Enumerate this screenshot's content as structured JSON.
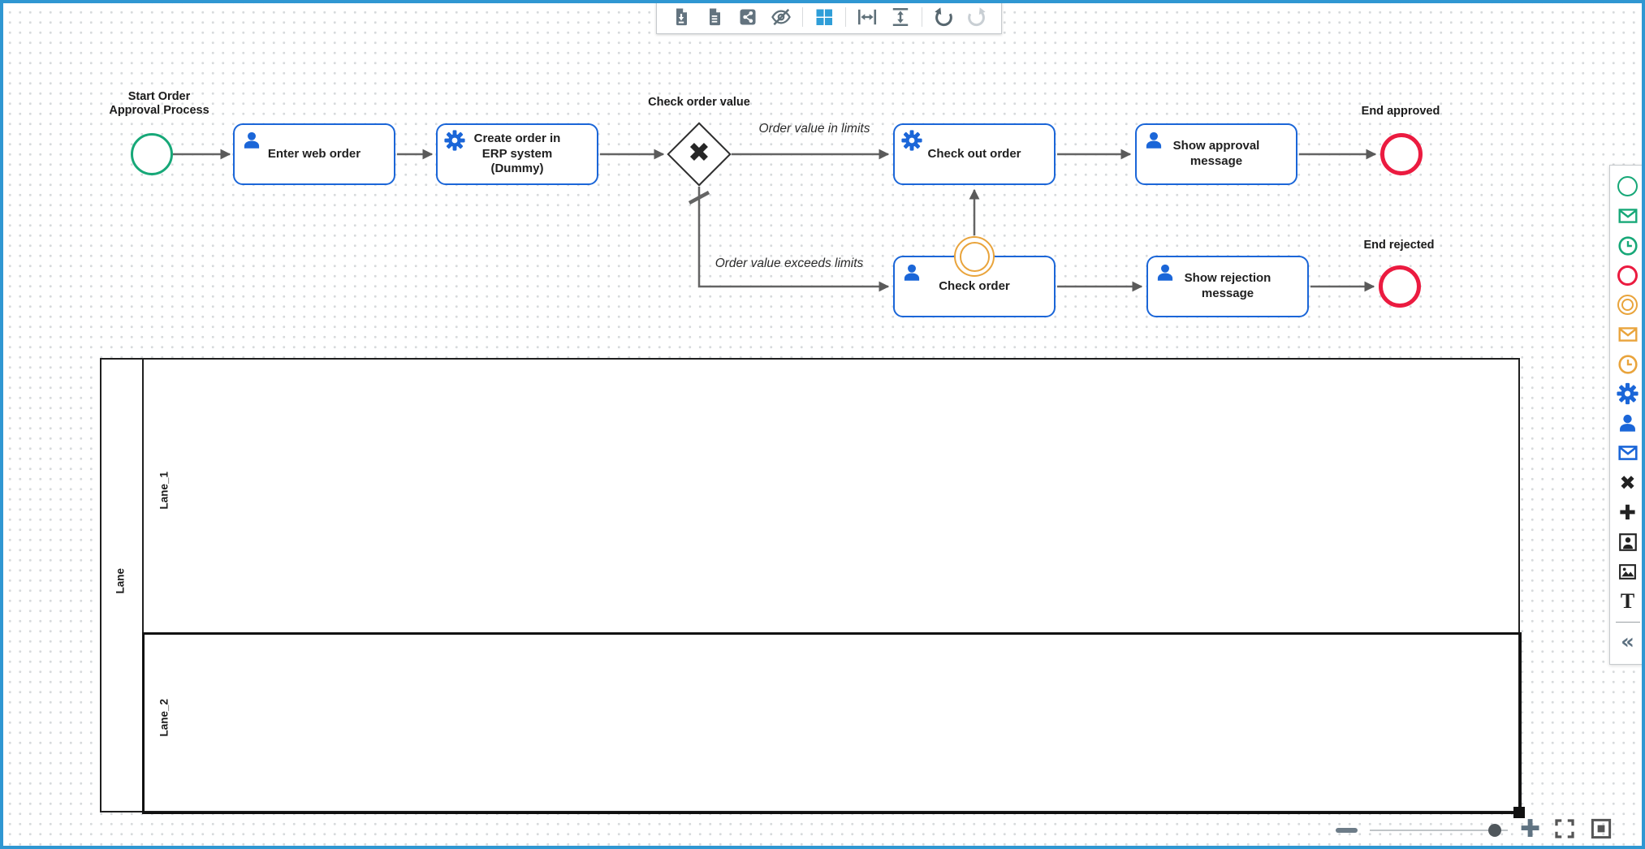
{
  "glyphs": {
    "x": "✖",
    "plus": "✚",
    "collapse": "«",
    "text_annotation": "T"
  },
  "window": {
    "frame_color": "#2f97d2"
  },
  "toolbar": {
    "items": [
      {
        "name": "export",
        "icon": "file-download-icon"
      },
      {
        "name": "document",
        "icon": "document-icon"
      },
      {
        "name": "share",
        "icon": "share-icon"
      },
      {
        "name": "hide-overlays",
        "icon": "eye-off-icon"
      },
      {
        "name": "toggle-grid",
        "icon": "grid-icon",
        "active": true,
        "color": "#2f9ed8"
      },
      {
        "name": "fit-width",
        "icon": "horizontal-fit-icon"
      },
      {
        "name": "fit-height",
        "icon": "vertical-fit-icon"
      },
      {
        "name": "undo",
        "icon": "undo-icon"
      },
      {
        "name": "redo",
        "icon": "redo-icon",
        "disabled": true
      }
    ]
  },
  "diagram": {
    "start_event": {
      "label": "Start Order Approval Process",
      "color": "#17a878"
    },
    "gateway": {
      "label": "Check order value",
      "type": "exclusive"
    },
    "tasks": [
      {
        "label": "Enter web order",
        "type": "user"
      },
      {
        "label": "Create order in ERP system (Dummy)",
        "type": "service"
      },
      {
        "label": "Check out order",
        "type": "service"
      },
      {
        "label": "Check order",
        "type": "user",
        "boundary_event": "intermediate-circle"
      },
      {
        "label": "Show approval message",
        "type": "user"
      },
      {
        "label": "Show rejection message",
        "type": "user"
      }
    ],
    "end_events": [
      {
        "label": "End approved",
        "color": "#eb1b40"
      },
      {
        "label": "End rejected",
        "color": "#eb1b40"
      }
    ],
    "flow_labels": [
      {
        "text": "Order value in limits"
      },
      {
        "text": "Order value exceeds limits"
      }
    ],
    "colors": {
      "task_border": "#1b66d8",
      "edge": "#646464",
      "boundary": "#e9a43c"
    }
  },
  "pool": {
    "title": "Lane",
    "lanes": [
      {
        "label": "Lane_1"
      },
      {
        "label": "Lane_2",
        "selected": true
      }
    ]
  },
  "palette": {
    "items": [
      "start-event-icon",
      "message-start-event-icon",
      "timer-start-event-icon",
      "end-event-icon",
      "intermediate-event-icon",
      "message-intermediate-event-icon",
      "timer-intermediate-event-icon",
      "service-task-icon",
      "user-task-icon",
      "send-task-icon",
      "exclusive-gateway-icon",
      "parallel-gateway-icon",
      "participant-icon",
      "image-icon",
      "text-annotation-icon",
      "collapse-palette-icon"
    ]
  },
  "zoombar": {
    "controls": [
      "zoom-out",
      "zoom-slider",
      "zoom-in",
      "fit-viewport",
      "minimap"
    ],
    "slider_position": 0.88
  }
}
